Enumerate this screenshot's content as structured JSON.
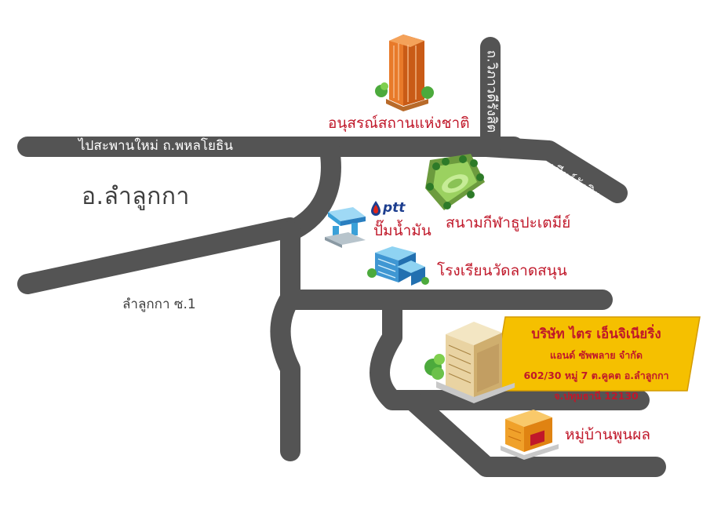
{
  "roads": {
    "main_road": "ไปสะพานใหม่  ถ.พหลโยธิน",
    "vibhavadi": "ถ.วิภาวดีรังสิต",
    "chiang_rak": "เชียร์รังสิต"
  },
  "district": "อ.ลำลูกกา",
  "soi_label": "ลำลูกกา  ซ.1",
  "landmarks": {
    "monument": "อนุสรณ์สถานแห่งชาติ",
    "gas_station": "ปั๊มน้ำมัน",
    "ptt_logo": "ptt",
    "stadium": "สนามกีฬาธูปะเตมีย์",
    "school": "โรงเรียนวัดลาดสนุน",
    "village": "หมู่บ้านพูนผล"
  },
  "company": {
    "name": "บริษัท  ไตร  เอ็นจิเนียริ่ง",
    "line1": "แอนด์  ซัพพลาย  จำกัด",
    "line2": "602/30  หมู่  7  ต.คูคต  อ.ลำลูกกา",
    "line3": "จ.ปทุมธานี   12130"
  },
  "colors": {
    "road": "#545454",
    "company_box": "#f5c000",
    "company_border": "#d49b00",
    "label_red": "#c0182a",
    "label_dark": "#3f3f3f",
    "ptt_blue": "#1d3e8f",
    "ptt_red": "#e0251b"
  },
  "icons": [
    "tower-icon",
    "tree-icon",
    "gas-station-icon",
    "ptt-logo-icon",
    "stadium-icon",
    "school-building-icon",
    "office-building-icon",
    "house-icon"
  ]
}
